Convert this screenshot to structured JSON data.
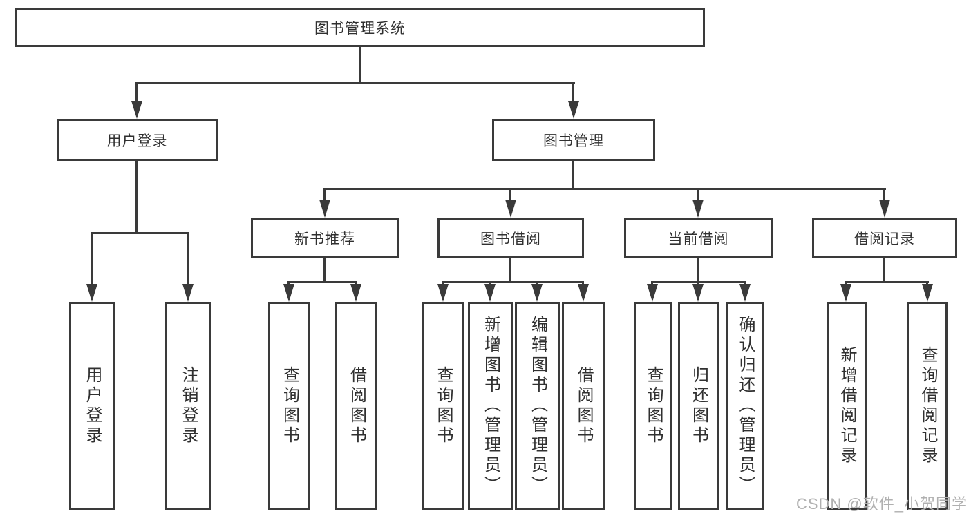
{
  "diagram_type": "hierarchy-flowchart",
  "colors": {
    "line": "#3a3a3a",
    "text": "#303030",
    "background": "#ffffff",
    "watermark": "#b0b0b0"
  },
  "tree": {
    "label": "图书管理系统",
    "children": [
      {
        "label": "用户登录",
        "children": [
          {
            "label": "用户登录"
          },
          {
            "label": "注销登录"
          }
        ]
      },
      {
        "label": "图书管理",
        "children": [
          {
            "label": "新书推荐",
            "children": [
              {
                "label": "查询图书"
              },
              {
                "label": "借阅图书"
              }
            ]
          },
          {
            "label": "图书借阅",
            "children": [
              {
                "label": "查询图书"
              },
              {
                "label": "新增图书（管理员）"
              },
              {
                "label": "编辑图书（管理员）"
              },
              {
                "label": "借阅图书"
              }
            ]
          },
          {
            "label": "当前借阅",
            "children": [
              {
                "label": "查询图书"
              },
              {
                "label": "归还图书"
              },
              {
                "label": "确认归还（管理员）"
              }
            ]
          },
          {
            "label": "借阅记录",
            "children": [
              {
                "label": "新增借阅记录"
              },
              {
                "label": "查询借阅记录"
              }
            ]
          }
        ]
      }
    ]
  },
  "watermark": {
    "text": "CSDN @软件_小贺同学"
  }
}
